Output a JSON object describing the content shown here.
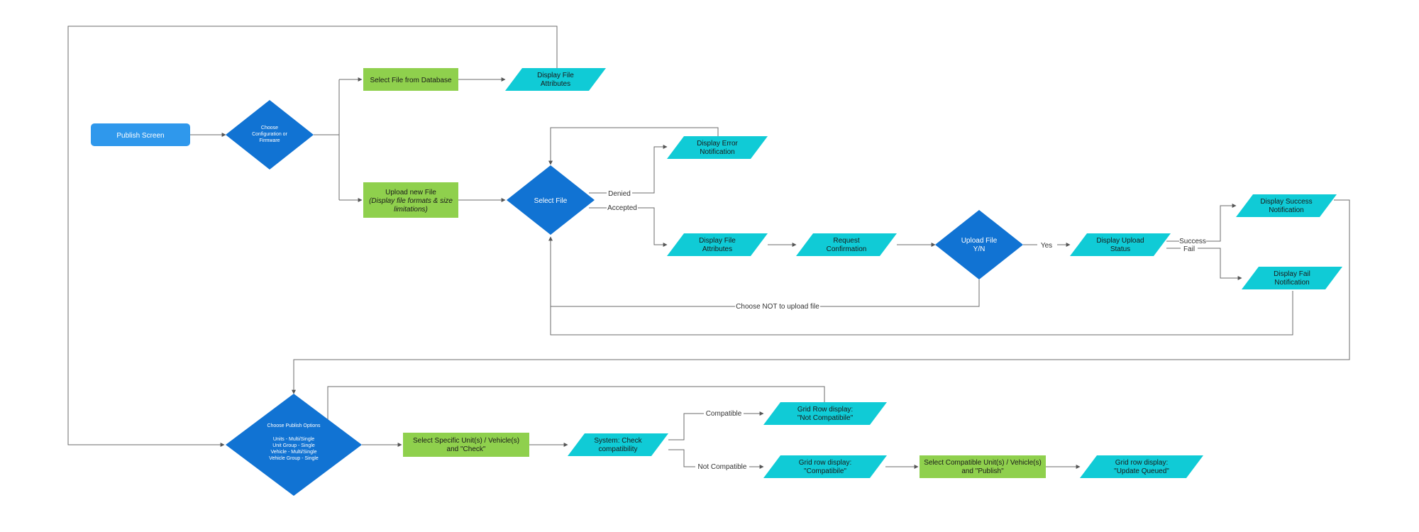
{
  "colors": {
    "rounded_rect": "#2f98ec",
    "diamond": "#1173d3",
    "process": "#8fd04d",
    "io": "#10cbd6",
    "edge": "#6b6b6b"
  },
  "nodes": {
    "publish_screen": "Publish Screen",
    "choose_config": [
      "Choose",
      "Configuration or",
      "Firmware"
    ],
    "select_from_db": "Select File from Database",
    "display_attr_top": [
      "Display File",
      "Attributes"
    ],
    "upload_new_file": [
      "Upload new File",
      "(Display file formats & size",
      "limitations)"
    ],
    "select_file": "Select File",
    "display_error": [
      "Display Error",
      "Notification"
    ],
    "display_attr_mid": [
      "Display File",
      "Attributes"
    ],
    "request_confirm": [
      "Request",
      "Confirmation"
    ],
    "upload_yn": [
      "Upload File",
      "Y/N"
    ],
    "display_upload_status": [
      "Display Upload",
      "Status"
    ],
    "display_success": [
      "Display Success",
      "Notification"
    ],
    "display_fail": [
      "Display Fail",
      "Notification"
    ],
    "choose_publish": [
      "Choose Publish Options",
      "",
      "Units - Multi/Single",
      "Unit Group - Single",
      "Vehicle - Multi/Single",
      "Vehicle Group - Single"
    ],
    "select_specific": [
      "Select Specific Unit(s) / Vehicle(s)",
      "and \"Check\""
    ],
    "system_check": [
      "System: Check",
      "compatibility"
    ],
    "grid_not_compat": [
      "Grid Row display:",
      "\"Not Compatibile\""
    ],
    "grid_compat": [
      "Grid row display:",
      "\"Compatibile\""
    ],
    "select_compatible": [
      "Select Compatible Unit(s) / Vehicle(s)",
      "and \"Publish\""
    ],
    "grid_update": [
      "Grid row display:",
      "\"Update Queued\""
    ]
  },
  "edge_labels": {
    "denied": "Denied",
    "accepted": "Accepted",
    "yes": "Yes",
    "success": "Success",
    "fail": "Fail",
    "not_upload": "Choose NOT to upload file",
    "compatible": "Compatible",
    "not_compatible": "Not Compatible"
  }
}
